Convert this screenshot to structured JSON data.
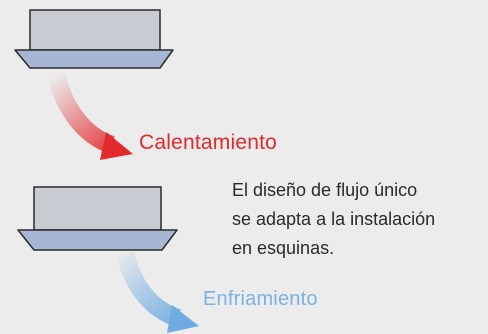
{
  "labels": {
    "heating": "Calentamiento",
    "cooling": "Enfriamiento"
  },
  "description": {
    "lines": [
      "El diseño de flujo único",
      "se adapta a la instalación",
      "en esquinas."
    ]
  },
  "colors": {
    "background": "#ececec",
    "unit_body": "#c8ccd2",
    "unit_panel": "#a7b6d2",
    "outline": "#2a2a2a",
    "heating_arrow": "#e2292b",
    "heating_text": "#e2292b",
    "cooling_arrow": "#6fabe0",
    "cooling_text": "#77b3e6",
    "description_text": "#2a2a2a"
  },
  "icons": {
    "top_unit": "cassette-unit-icon",
    "bottom_unit": "cassette-unit-icon",
    "heating_arrow": "curved-arrow-icon",
    "cooling_arrow": "curved-arrow-icon"
  }
}
